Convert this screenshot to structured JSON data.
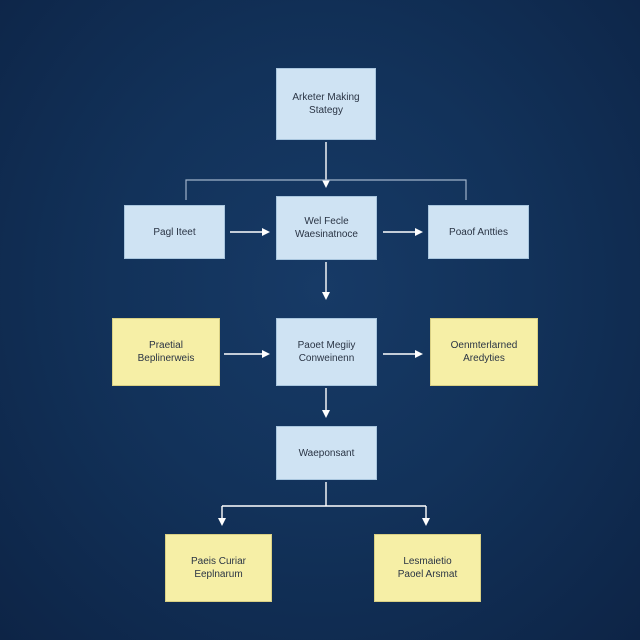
{
  "diagram": {
    "nodes": {
      "top": "Arketer Making\nStategy",
      "left1": "Pagl Iteet",
      "center1": "Wel Fecle\nWaesinatnoce",
      "right1": "Poaof Antties",
      "left2": "Praetial\nBeplinerweis",
      "center2": "Paoet Megiiy\nConweinenn",
      "right2": "Oenmterlarned\nAredyties",
      "center3": "Waeponsant",
      "bottomleft": "Paeis Curiar\nEeplnarum",
      "bottomright": "Lesmaietio\nPaoel Arsmat"
    }
  },
  "colors": {
    "background": "#12325a",
    "node_blue": "#cfe3f3",
    "node_yellow": "#f6efa6",
    "connector": "#ffffff"
  }
}
